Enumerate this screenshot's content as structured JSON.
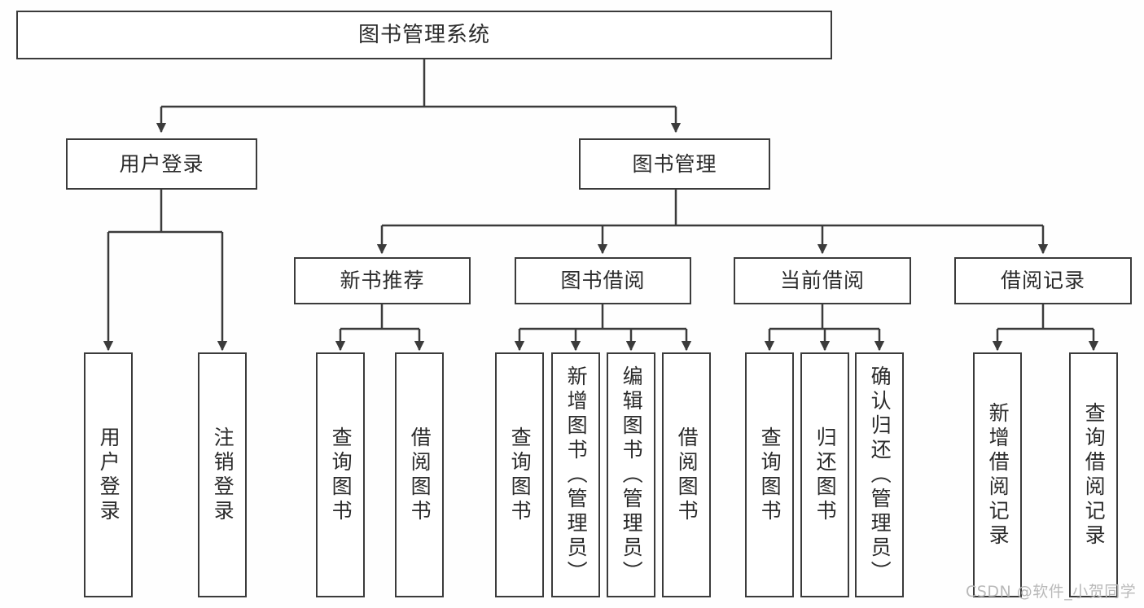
{
  "diagram": {
    "title": "图书管理系统",
    "type": "tree",
    "watermark": "CSDN @软件_小贺同学",
    "levels": {
      "root": {
        "label": "图书管理系统"
      },
      "level2": [
        {
          "label": "用户登录"
        },
        {
          "label": "图书管理"
        }
      ],
      "level3": [
        {
          "label": "新书推荐"
        },
        {
          "label": "图书借阅"
        },
        {
          "label": "当前借阅"
        },
        {
          "label": "借阅记录"
        }
      ],
      "leaves": {
        "user_login": [
          {
            "label": "用户登录"
          },
          {
            "label": "注销登录"
          }
        ],
        "new_book_recommend": [
          {
            "label": "查询图书"
          },
          {
            "label": "借阅图书"
          }
        ],
        "book_borrow": [
          {
            "label": "查询图书"
          },
          {
            "label": "新增图书（管理员）"
          },
          {
            "label": "编辑图书（管理员）"
          },
          {
            "label": "借阅图书"
          }
        ],
        "current_borrow": [
          {
            "label": "查询图书"
          },
          {
            "label": "归还图书"
          },
          {
            "label": "确认归还（管理员）"
          }
        ],
        "borrow_record": [
          {
            "label": "新增借阅记录"
          },
          {
            "label": "查询借阅记录"
          }
        ]
      }
    },
    "colors": {
      "border": "#3b3b3b",
      "fill": "#ffffff",
      "text": "#2b2b2b",
      "watermark": "#b9b9b9"
    }
  }
}
